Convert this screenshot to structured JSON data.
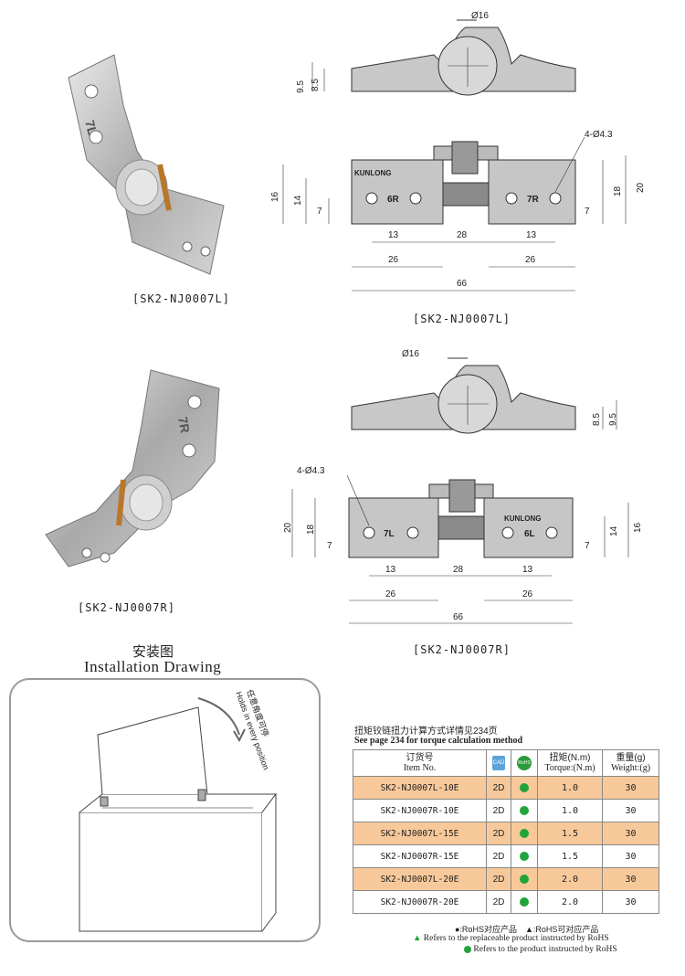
{
  "section1": {
    "photo_caption": "[SK2-NJ0007L]",
    "drawing_caption": "[SK2-NJ0007L]",
    "hinge_mark_photo": "7L",
    "dims": {
      "dia16": "Ø16",
      "h95": "9.5",
      "h85": "8.5",
      "holes": "4-Ø4.3",
      "brand": "KUNLONG",
      "left_mark": "6R",
      "right_mark": "7R",
      "d16": "16",
      "d14": "14",
      "d7": "7",
      "d18": "18",
      "d20": "20",
      "d7b": "7",
      "d13a": "13",
      "d28": "28",
      "d13b": "13",
      "d26a": "26",
      "d26b": "26",
      "d66": "66"
    }
  },
  "section2": {
    "photo_caption": "[SK2-NJ0007R]",
    "drawing_caption": "[SK2-NJ0007R]",
    "hinge_mark_photo": "7R",
    "dims": {
      "dia16": "Ø16",
      "h85": "8.5",
      "h95": "9.5",
      "holes": "4-Ø4.3",
      "brand": "KUNLONG",
      "left_mark": "7L",
      "right_mark": "6L",
      "d20": "20",
      "d18": "18",
      "d7": "7",
      "d7b": "7",
      "d14": "14",
      "d16": "16",
      "d13a": "13",
      "d28": "28",
      "d13b": "13",
      "d26a": "26",
      "d26b": "26",
      "d66": "66"
    }
  },
  "installation": {
    "title_cn": "安装图",
    "title_en": "Installation Drawing",
    "rotate_cn": "任意角度可停",
    "rotate_en": "Holds in every position"
  },
  "spec_table": {
    "note_cn": "扭矩铰链扭力计算方式详情见234页",
    "note_en": "See page 234 for torque calculation method",
    "headers": {
      "item_cn": "订货号",
      "item_en": "Item No.",
      "cad": "CAD",
      "rohs": "RoHS",
      "torque_cn": "扭矩(N.m)",
      "torque_en": "Torque:(N.m)",
      "weight_cn": "重量(g)",
      "weight_en": "Weight:(g)"
    },
    "rows": [
      {
        "item": "SK2-NJ0007L-10E",
        "cad": "2D",
        "torque": "1.0",
        "weight": "30"
      },
      {
        "item": "SK2-NJ0007R-10E",
        "cad": "2D",
        "torque": "1.0",
        "weight": "30"
      },
      {
        "item": "SK2-NJ0007L-15E",
        "cad": "2D",
        "torque": "1.5",
        "weight": "30"
      },
      {
        "item": "SK2-NJ0007R-15E",
        "cad": "2D",
        "torque": "1.5",
        "weight": "30"
      },
      {
        "item": "SK2-NJ0007L-20E",
        "cad": "2D",
        "torque": "2.0",
        "weight": "30"
      },
      {
        "item": "SK2-NJ0007R-20E",
        "cad": "2D",
        "torque": "2.0",
        "weight": "30"
      }
    ],
    "legend_cn": "●:RoHS对应产品　▲:RoHS可对应产品",
    "legend_en1": "Refers to the replaceable product instructed by RoHS",
    "legend_en2": "Refers to the product instructed by RoHS",
    "colors": {
      "highlight": "#f7c99a",
      "rohs_green": "#22a33b"
    }
  }
}
